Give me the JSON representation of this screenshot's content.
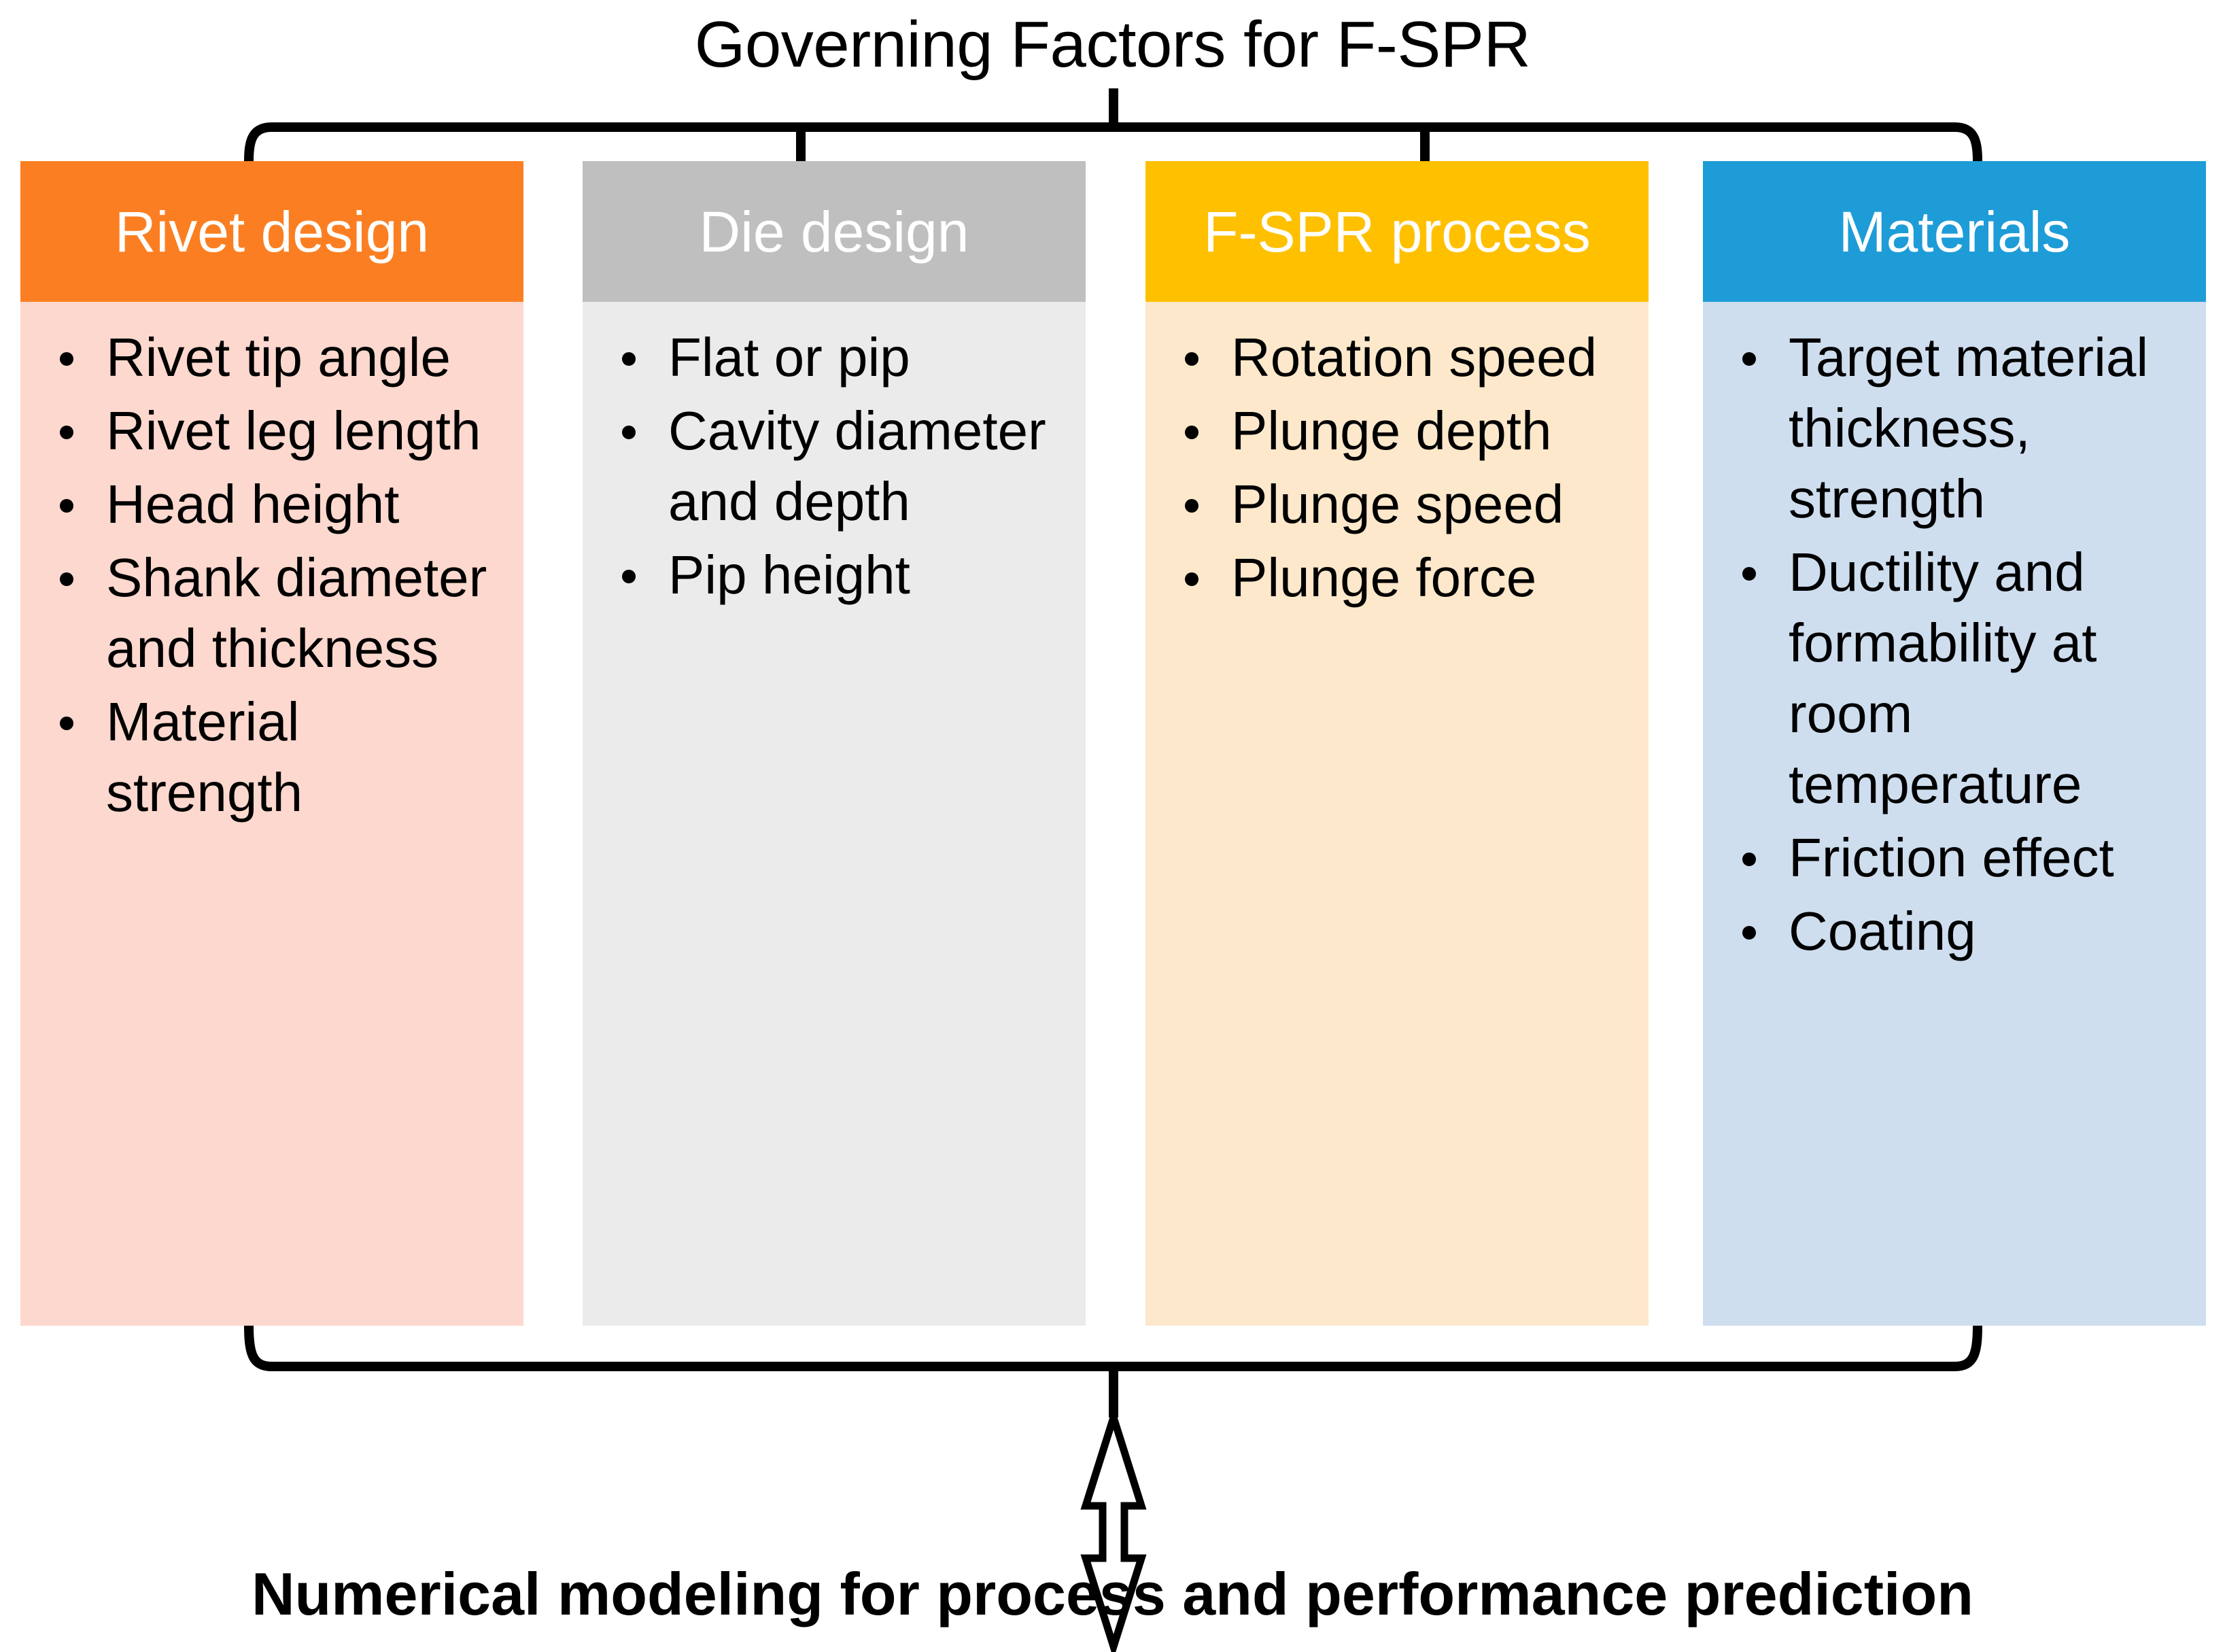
{
  "title": "Governing Factors for F-SPR",
  "footer": {
    "caption": "Numerical modeling for process and performance prediction"
  },
  "colors": {
    "rivet_header": "#FB7F22",
    "rivet_body": "#FDD8CE",
    "die_header": "#BFBFBF",
    "die_body": "#EBEBEB",
    "process_header": "#FFC000",
    "process_body": "#FDE8CB",
    "materials_header": "#1E9CD7",
    "materials_body": "#CEDEEF",
    "connector": "#000000",
    "header_text": "#FFFFFF",
    "body_text": "#000000"
  },
  "columns": [
    {
      "id": "rivet-design",
      "header": "Rivet design",
      "items": [
        "Rivet tip angle",
        "Rivet leg length",
        "Head height",
        "Shank diameter and thickness",
        "Material strength"
      ]
    },
    {
      "id": "die-design",
      "header": "Die design",
      "items": [
        "Flat or pip",
        "Cavity diameter and depth",
        "Pip height"
      ]
    },
    {
      "id": "fspr-process",
      "header": "F-SPR process",
      "items": [
        "Rotation speed",
        "Plunge depth",
        "Plunge speed",
        "Plunge force"
      ]
    },
    {
      "id": "materials",
      "header": "Materials",
      "items": [
        "Target material thickness, strength",
        "Ductility and formability at room temperature",
        "Friction effect",
        "Coating"
      ]
    }
  ],
  "connectors": {
    "top_bracket_name": "top-bracket",
    "bottom_bracket_name": "bottom-bracket",
    "arrow_name": "double-headed-arrow"
  }
}
